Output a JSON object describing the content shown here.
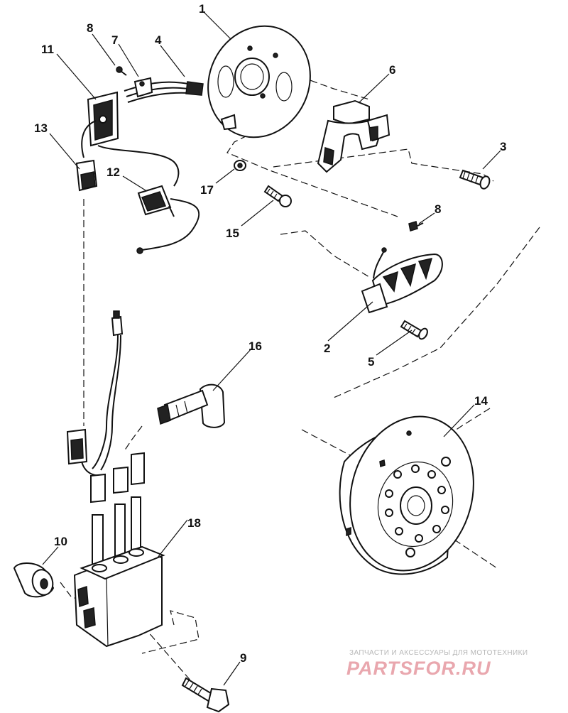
{
  "callouts": [
    {
      "id": "1",
      "label": "1"
    },
    {
      "id": "2",
      "label": "2"
    },
    {
      "id": "3",
      "label": "3"
    },
    {
      "id": "4",
      "label": "4"
    },
    {
      "id": "5",
      "label": "5"
    },
    {
      "id": "6",
      "label": "6"
    },
    {
      "id": "7",
      "label": "7"
    },
    {
      "id": "8a",
      "label": "8"
    },
    {
      "id": "8b",
      "label": "8"
    },
    {
      "id": "9",
      "label": "9"
    },
    {
      "id": "10",
      "label": "10"
    },
    {
      "id": "11",
      "label": "11"
    },
    {
      "id": "12",
      "label": "12"
    },
    {
      "id": "13",
      "label": "13"
    },
    {
      "id": "14",
      "label": "14"
    },
    {
      "id": "15",
      "label": "15"
    },
    {
      "id": "16",
      "label": "16"
    },
    {
      "id": "17",
      "label": "17"
    },
    {
      "id": "18",
      "label": "18"
    }
  ],
  "watermark": {
    "tagline": "ЗАПЧАСТИ И АКСЕССУАРЫ ДЛЯ МОТОТЕХНИКИ",
    "brand": "PARTSFOR.RU",
    "color": "#e9a7ae"
  }
}
